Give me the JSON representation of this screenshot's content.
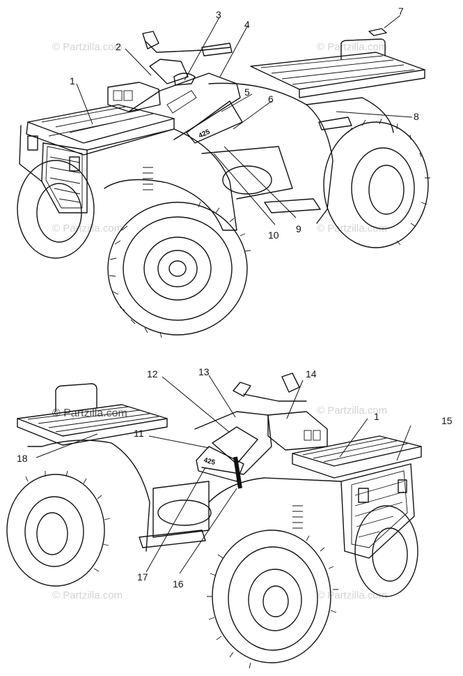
{
  "watermark": {
    "text": "© Partzilla.com",
    "strong_text": "© Partzilla.com"
  },
  "upper_view": {
    "callouts": [
      "1",
      "2",
      "3",
      "4",
      "5",
      "6",
      "7",
      "8",
      "9",
      "10"
    ],
    "decal_texts": [
      "425"
    ]
  },
  "lower_view": {
    "callouts": [
      "1",
      "11",
      "12",
      "13",
      "14",
      "15",
      "16",
      "17",
      "18"
    ],
    "decal_texts": [
      "425"
    ]
  },
  "colors": {
    "line": "#111111",
    "watermark": "#d4d4d4",
    "background": "#ffffff"
  }
}
